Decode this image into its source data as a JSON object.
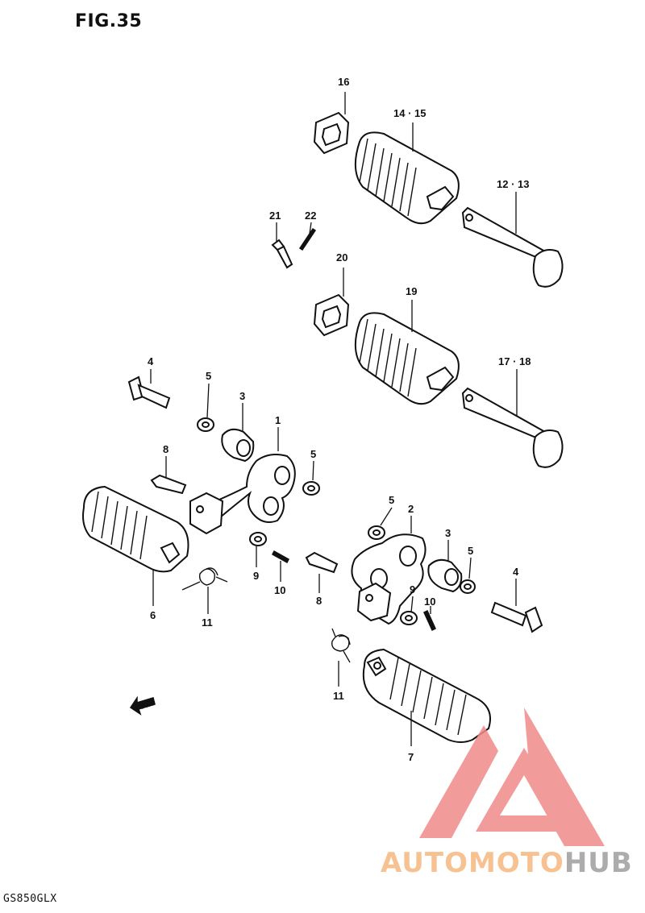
{
  "figure": {
    "title": "FIG.35",
    "model": "GS850GLX"
  },
  "direction_marker": {
    "label": "FWD",
    "icon": "forward-arrow-icon"
  },
  "callouts": {
    "c16": "16",
    "c14_15": "14 · 15",
    "c12_13": "12 · 13",
    "c21": "21",
    "c22": "22",
    "c20": "20",
    "c19": "19",
    "c17_18": "17 · 18",
    "c4a": "4",
    "c5a": "5",
    "c3a": "3",
    "c1": "1",
    "c8a": "8",
    "c5b": "5",
    "c6": "6",
    "c11a": "11",
    "c9a": "9",
    "c10a": "10",
    "c5c": "5",
    "c2": "2",
    "c3b": "3",
    "c5d": "5",
    "c4b": "4",
    "c8b": "8",
    "c9b": "9",
    "c10b": "10",
    "c11b": "11",
    "c7": "7"
  },
  "watermark": {
    "text_part1": "AUTOMOTO",
    "text_part2": "HUB",
    "color_primary": "#F08A8A",
    "color_secondary": "#F5C39A",
    "color_hub": "#9E9E9E"
  }
}
